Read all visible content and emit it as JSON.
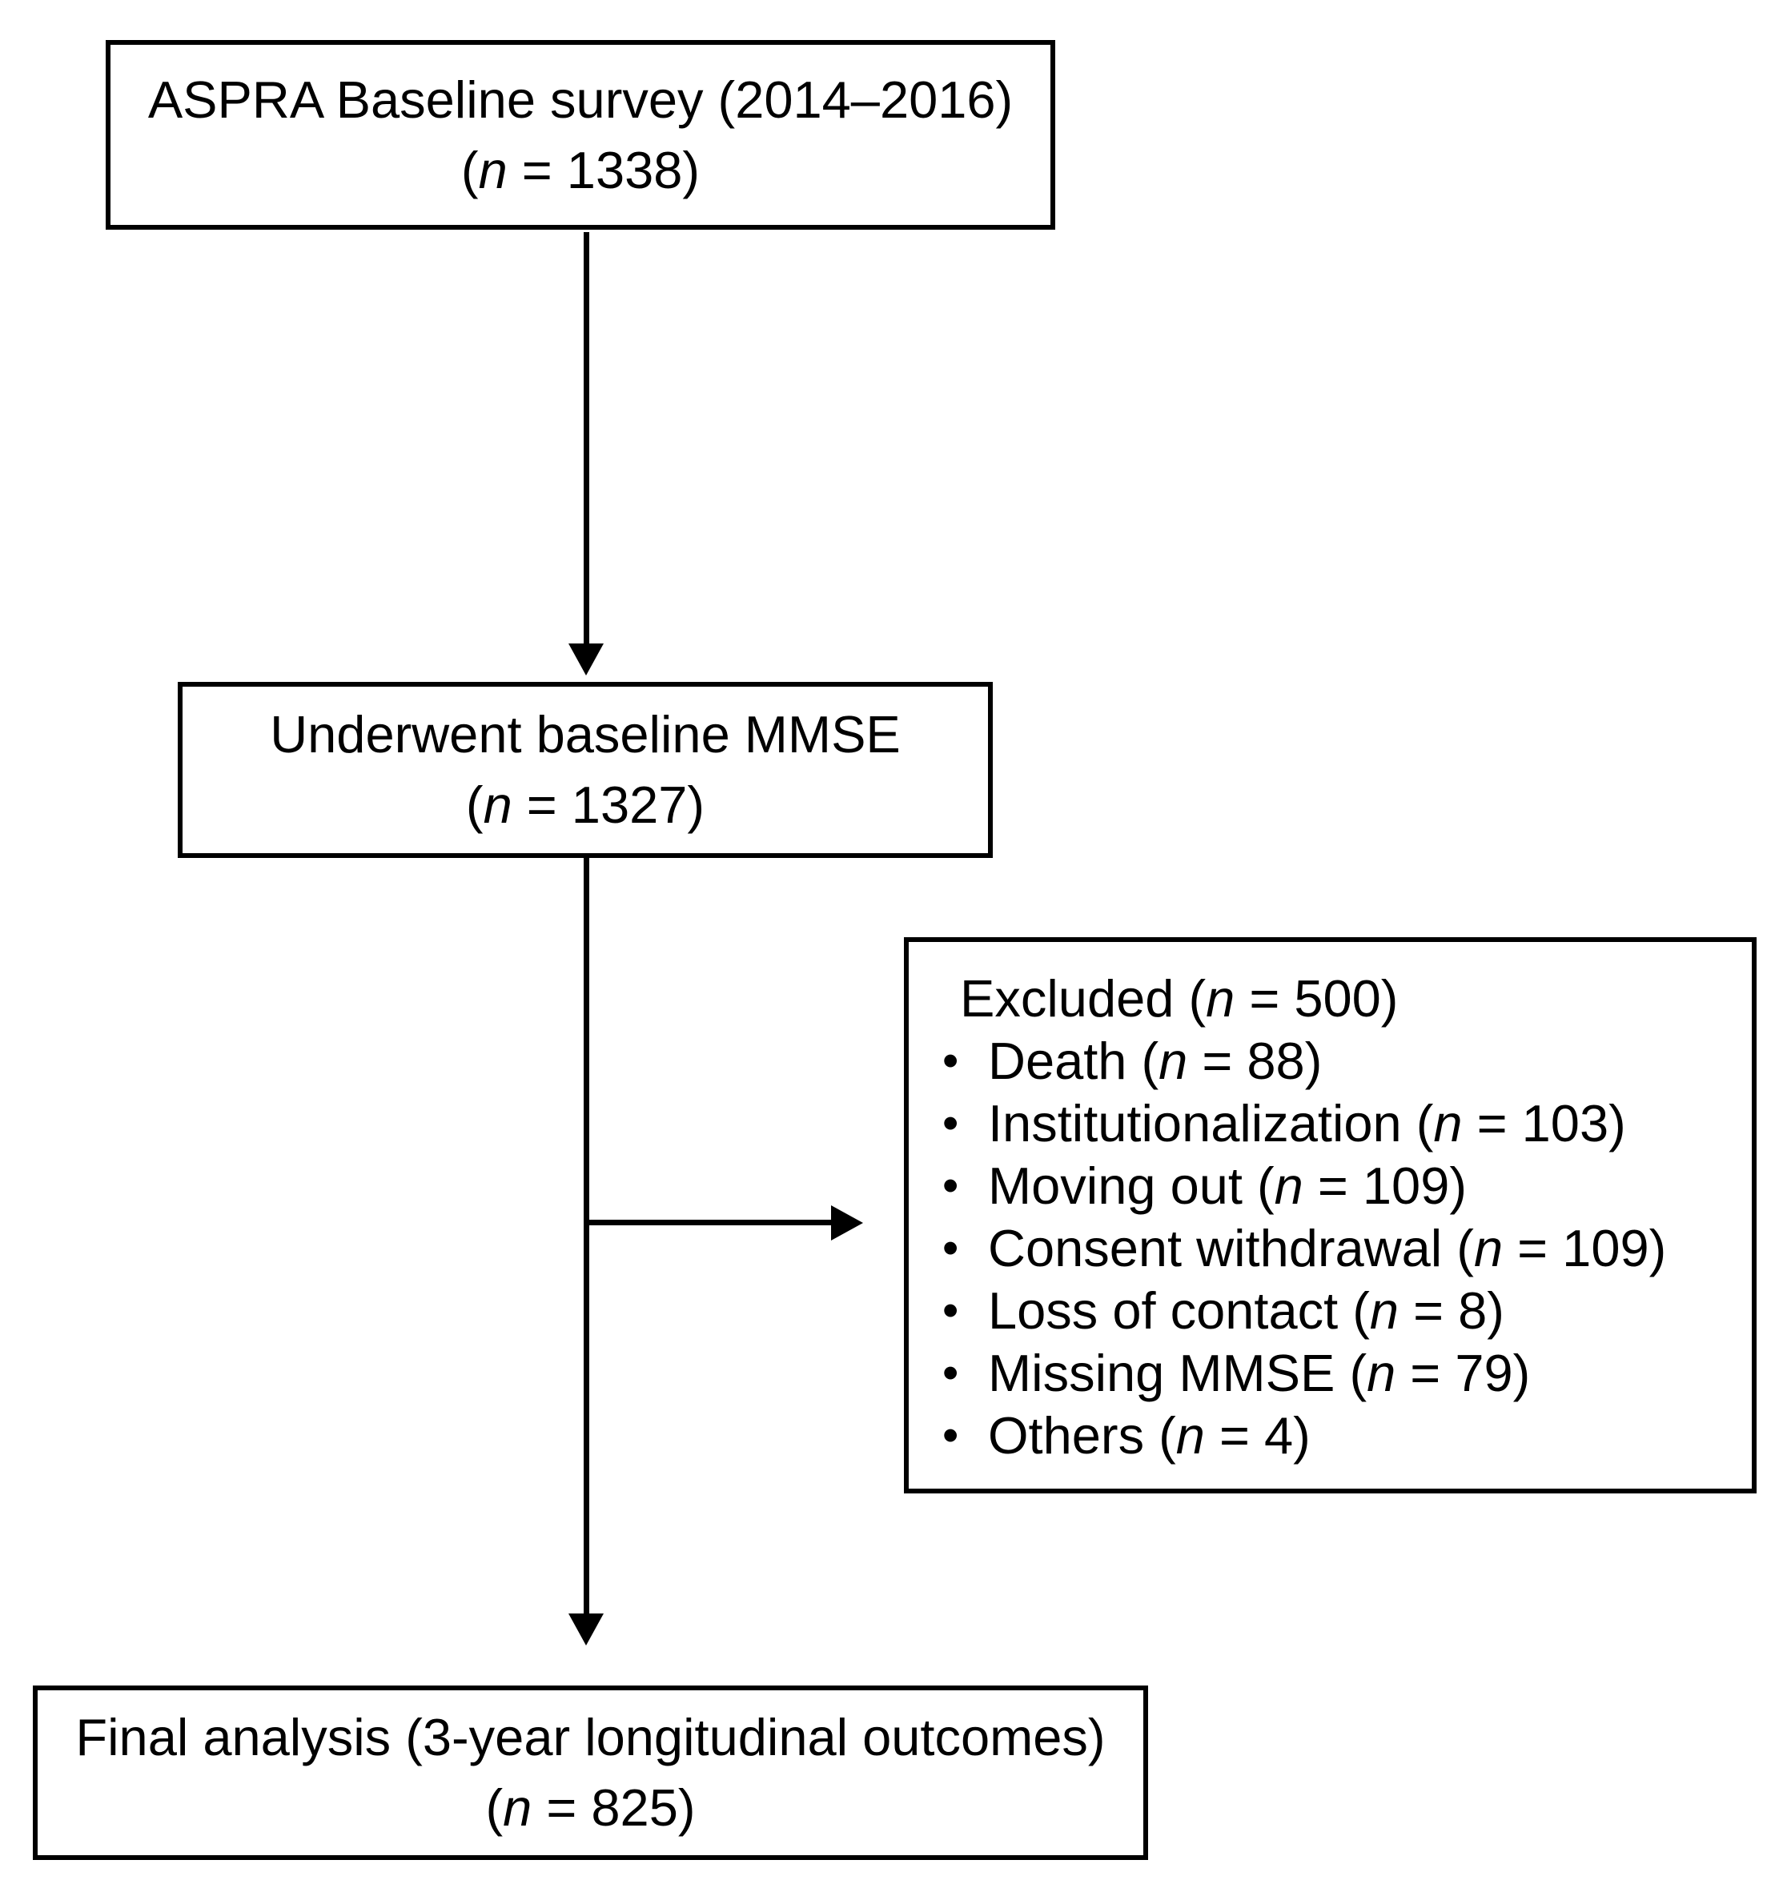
{
  "colors": {
    "background": "#ffffff",
    "border": "#000000",
    "text": "#000000"
  },
  "boxes": {
    "baseline": {
      "line1": "ASPRA Baseline survey (2014–2016)",
      "n_prefix": "(",
      "n_symbol": "n",
      "n_suffix": " = 1338)"
    },
    "mmse": {
      "line1": "Underwent baseline MMSE",
      "n_prefix": "(",
      "n_symbol": "n",
      "n_suffix": " = 1327)"
    },
    "final": {
      "line1": "Final analysis (3-year longitudinal outcomes)",
      "n_prefix": "(",
      "n_symbol": "n",
      "n_suffix": " = 825)"
    }
  },
  "excluded": {
    "bullet_char": "•",
    "header": {
      "prefix": "Excluded (",
      "n_symbol": "n",
      "suffix": " = 500)"
    },
    "items": [
      {
        "prefix": "Death (",
        "n_symbol": "n",
        "suffix": " = 88)"
      },
      {
        "prefix": "Institutionalization (",
        "n_symbol": "n",
        "suffix": " = 103)"
      },
      {
        "prefix": "Moving out (",
        "n_symbol": "n",
        "suffix": " = 109)"
      },
      {
        "prefix": "Consent withdrawal (",
        "n_symbol": "n",
        "suffix": " = 109)"
      },
      {
        "prefix": "Loss of contact (",
        "n_symbol": "n",
        "suffix": " = 8)"
      },
      {
        "prefix": "Missing MMSE (",
        "n_symbol": "n",
        "suffix": " = 79)"
      },
      {
        "prefix": "Others (",
        "n_symbol": "n",
        "suffix": " = 4)"
      }
    ]
  }
}
